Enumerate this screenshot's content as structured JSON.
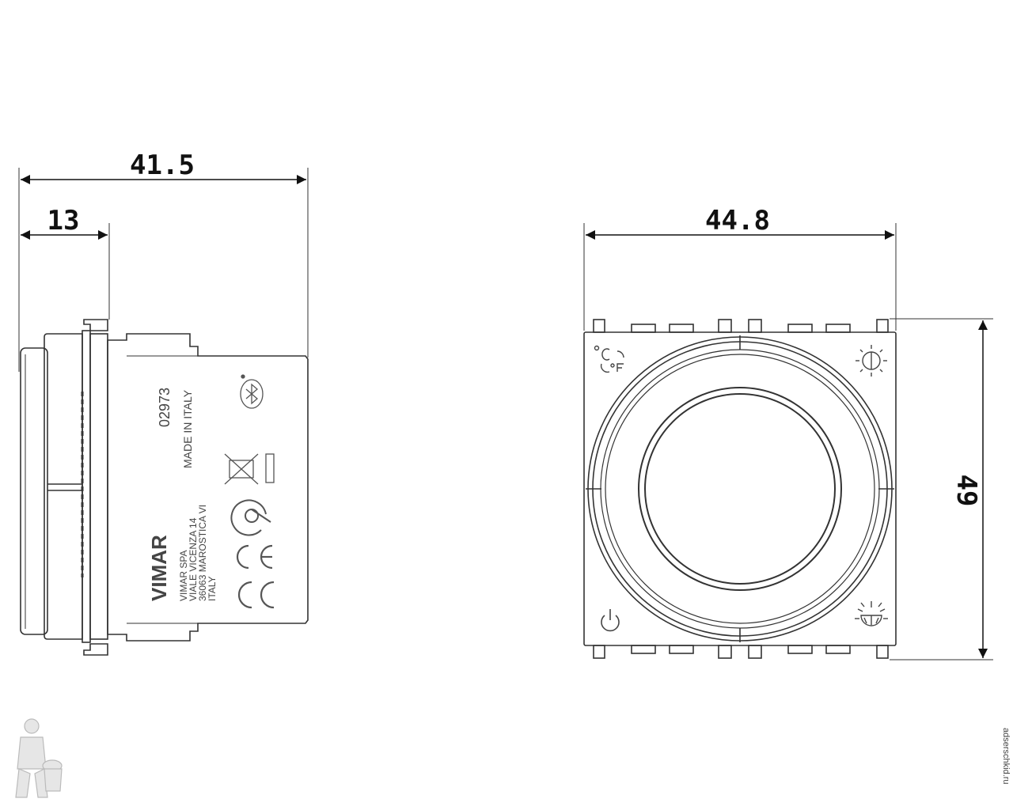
{
  "dimensions": {
    "overall_depth": "41.5",
    "front_depth": "13",
    "width": "44.8",
    "height": "49"
  },
  "side_view": {
    "brand": "VIMAR",
    "code": "02973",
    "origin": "MADE IN ITALY",
    "address": [
      "VIMAR  SPA",
      "VIALE  VICENZA 14",
      "36063  MAROSTICA  VI",
      "ITALY"
    ]
  },
  "watermark": "adserschkid.ru",
  "icons": [
    "celsius-fahrenheit-icon",
    "brightness-icon",
    "power-icon",
    "light-effect-icon",
    "bluetooth-icon",
    "weee-bin-icon",
    "ce-mark-icon",
    "imq-mark-icon",
    "plumber-logo-icon"
  ]
}
